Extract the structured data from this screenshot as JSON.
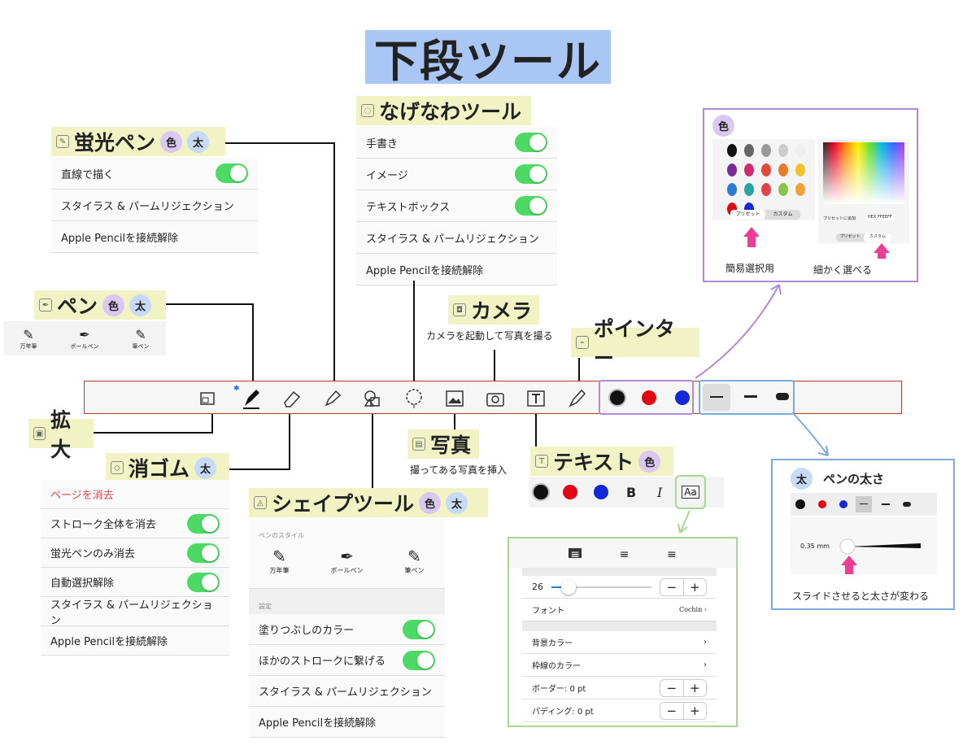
{
  "title": "下段ツール",
  "badges": {
    "color": "色",
    "thick": "太"
  },
  "lasso": {
    "heading": "なげなわツール",
    "rows": [
      "手書き",
      "イメージ",
      "テキストボックス",
      "スタイラス & パームリジェクション",
      "Apple Pencilを接続解除"
    ]
  },
  "highlighter": {
    "heading": "蛍光ペン",
    "rows": [
      "直線で描く",
      "スタイラス & パームリジェクション",
      "Apple Pencilを接続解除"
    ]
  },
  "pen": {
    "heading": "ペン",
    "types": [
      "万年筆",
      "ボールペン",
      "筆ペン"
    ]
  },
  "camera": {
    "heading": "カメラ",
    "desc": "カメラを起動して写真を撮る"
  },
  "pointer": {
    "heading": "ポインター"
  },
  "zoom": {
    "heading": "拡大"
  },
  "photo": {
    "heading": "写真",
    "desc": "撮ってある写真を挿入"
  },
  "eraser": {
    "heading": "消ゴム",
    "rows": [
      "ページを消去",
      "ストローク全体を消去",
      "蛍光ペンのみ消去",
      "自動選択解除",
      "スタイラス & パームリジェクション",
      "Apple Pencilを接続解除"
    ]
  },
  "shape": {
    "heading": "シェイプツール",
    "style_label": "ペンのスタイル",
    "types": [
      "万年筆",
      "ボールペン",
      "筆ペン"
    ],
    "settings_label": "設定",
    "rows": [
      "塗りつぶしのカラー",
      "ほかのストロークに繋げる",
      "スタイラス & パームリジェクション",
      "Apple Pencilを接続解除"
    ]
  },
  "text": {
    "heading": "テキスト",
    "bold": "B",
    "italic": "I",
    "font_btn": "Aa",
    "size": "26",
    "font_label": "フォント",
    "font_value": "Cochin",
    "bg": "背景カラー",
    "border_color": "枠線のカラー",
    "border": "ボーダー: 0 pt",
    "padding": "パディング: 0 pt"
  },
  "color_panel": {
    "preset": "プリセット",
    "custom": "カスタム",
    "add": "プリセットに追加",
    "hex_label": "HEX",
    "hex": "FFEEFF",
    "caption_left": "簡易選択用",
    "caption_right": "細かく選べる"
  },
  "thickness": {
    "heading": "ペンの太さ",
    "value": "0.35 mm",
    "caption": "スライドさせると太さが変わる"
  },
  "colors": {
    "black": "#111111",
    "red": "#e30613",
    "blue": "#1428d8",
    "purple": "#b08ad8",
    "lightblue": "#7ea8e0",
    "green": "#a8d590",
    "toggle": "#4cd964",
    "title_bg": "#a9c6f5",
    "label_bg": "#f1f3c4",
    "pink": "#ee3d96"
  }
}
